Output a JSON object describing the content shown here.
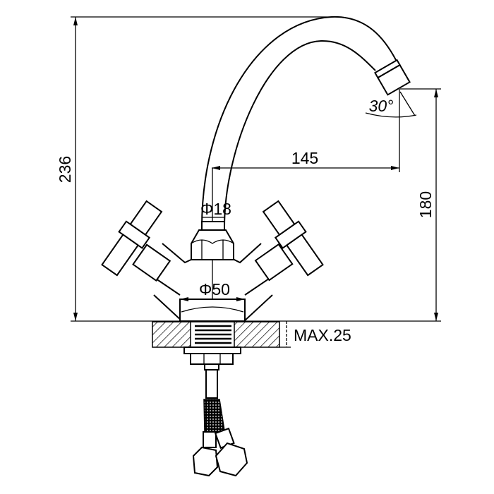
{
  "drawing": {
    "title": "Kitchen faucet dimension drawing",
    "dimensions": {
      "total_height": "236",
      "spout_height": "180",
      "spout_reach": "145",
      "spout_angle": "30°",
      "pipe_diameter": "Φ18",
      "base_diameter": "Φ50",
      "max_counter_thickness": "MAX.25"
    },
    "line_color": "#000000",
    "background": "#ffffff"
  }
}
